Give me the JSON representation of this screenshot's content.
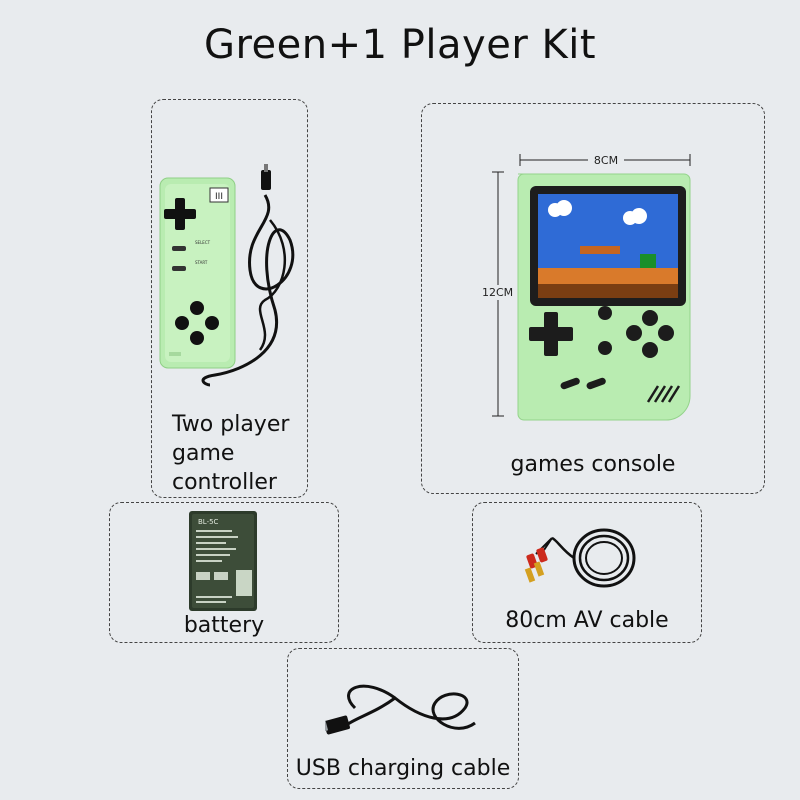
{
  "title": "Green+1 Player Kit",
  "colors": {
    "background": "#e8ebee",
    "device_green": "#b9ecb1",
    "buttons": "#1c1c1c",
    "screen": "#2f6bd6"
  },
  "items": [
    {
      "id": "controller",
      "label_lines": [
        "Two player",
        "game",
        "controller"
      ],
      "icon": "gamepad-controller-icon"
    },
    {
      "id": "console",
      "label": "games console",
      "icon": "handheld-console-icon",
      "width_dim": "8CM",
      "height_dim": "12CM"
    },
    {
      "id": "battery",
      "label": "battery",
      "icon": "battery-icon",
      "battery_model": "BL-5C"
    },
    {
      "id": "av_cable",
      "label": "80cm AV cable",
      "icon": "av-cable-icon"
    },
    {
      "id": "usb_cable",
      "label": "USB charging cable",
      "icon": "usb-cable-icon"
    }
  ]
}
